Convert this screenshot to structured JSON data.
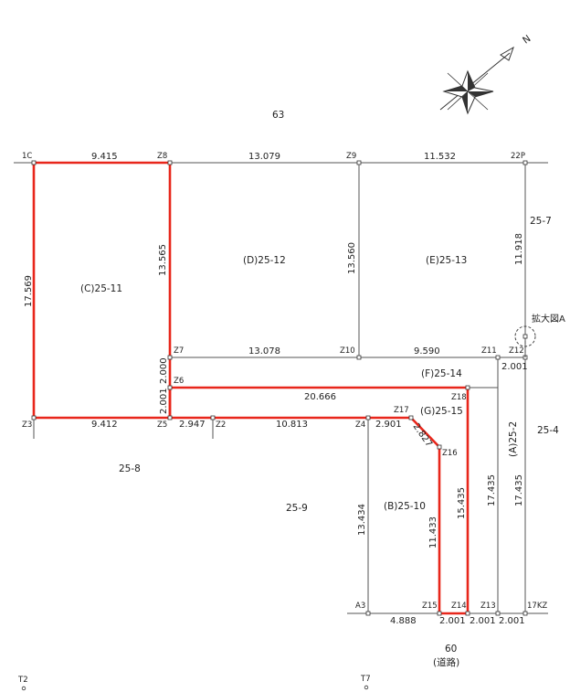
{
  "regions": {
    "north_road": "63",
    "south_road": "60",
    "south_road_note": "(道路)",
    "west_lot": "25-8",
    "mid_lot": "25-9",
    "east_lot": "25-4",
    "ne_lot": "25-7"
  },
  "parcels": {
    "c": "(C)25-11",
    "d": "(D)25-12",
    "e": "(E)25-13",
    "f": "(F)25-14",
    "g": "(G)25-15",
    "b": "(B)25-10",
    "a": "(A)25-2"
  },
  "points": {
    "p1c": "1C",
    "z8": "Z8",
    "z9": "Z9",
    "p22p": "22P",
    "z7": "Z7",
    "z10": "Z10",
    "z11": "Z11",
    "z12": "Z12",
    "z6": "Z6",
    "z18": "Z18",
    "z17": "Z17",
    "z3": "Z3",
    "z5": "Z5",
    "z2": "Z2",
    "z4": "Z4",
    "z16": "Z16",
    "a3": "A3",
    "z15": "Z15",
    "z14": "Z14",
    "z13": "Z13",
    "p17kz": "17KZ",
    "t2": "T2",
    "t7": "T7"
  },
  "dimensions": {
    "top_c": "9.415",
    "top_d": "13.079",
    "top_e": "11.532",
    "right_ne": "11.918",
    "left_c": "17.569",
    "c_d_side": "13.565",
    "d_e_side": "13.560",
    "bottom_d": "13.078",
    "bottom_e": "9.590",
    "z7_z6": "2.000",
    "z6_z5": "2.001",
    "z11_z12": "2.001",
    "f_length": "20.666",
    "bottom_c": "9.412",
    "z5_z2": "2.947",
    "z2_z4": "10.813",
    "z4_z17": "2.901",
    "z17_z16": "2.827",
    "z4_a3": "13.434",
    "z16_z15": "11.433",
    "z18_z14": "15.435",
    "a_left": "17.435",
    "a_right": "17.435",
    "a3_z15": "4.888",
    "z15_z14": "2.001",
    "z14_z13": "2.001",
    "z13_17kz": "2.001"
  },
  "callouts": {
    "enlarge": "拡大図A",
    "north": "N"
  },
  "colors": {
    "boundary": "#e8261b",
    "line": "#555555",
    "text": "#222222"
  }
}
